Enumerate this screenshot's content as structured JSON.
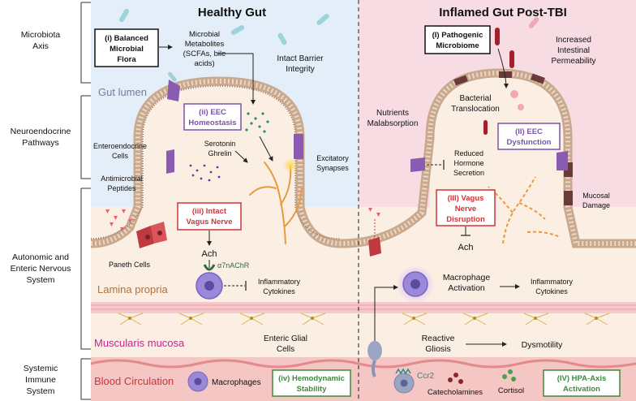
{
  "left_rows": {
    "microbiota": "Microbiota",
    "microbiota2": "Axis",
    "neuro": "Neuroendocrine",
    "neuro2": "Pathways",
    "autonomic": "Autonomic and",
    "autonomic2": "Enteric Nervous",
    "autonomic3": "System",
    "systemic": "Systemic",
    "systemic2": "Immune",
    "systemic3": "System"
  },
  "healthy": {
    "title": "Healthy Gut",
    "box_i_1": "(i) Balanced",
    "box_i_2": "Microbial",
    "box_i_3": "Flora",
    "metab1": "Microbial",
    "metab2": "Metabolites",
    "metab3": "(SCFAs, bile",
    "metab4": "acids)",
    "barrier1": "Intact Barrier",
    "barrier2": "Integrity",
    "lumen": "Gut lumen",
    "box_ii_1": "(ii) EEC",
    "box_ii_2": "Homeostasis",
    "eec1": "Enteroendocrine",
    "eec2": "Cells",
    "sero1": "Serotonin",
    "sero2": "Ghrelin",
    "excit1": "Excitatory",
    "excit2": "Synapses",
    "anti1": "Antimicrobial",
    "anti2": "Peptides",
    "box_iii_1": "(iii) Intact",
    "box_iii_2": "Vagus Nerve",
    "ach": "Ach",
    "receptor": "α7nAChR",
    "paneth": "Paneth Cells",
    "inflam1": "Inflammatory",
    "inflam2": "Cytokines",
    "lamina": "Lamina propria",
    "muscularis": "Muscularis mucosa",
    "glial1": "Enteric Glial",
    "glial2": "Cells",
    "blood": "Blood Circulation",
    "macro": "Macrophages",
    "box_iv_1": "(iv) Hemodynamic",
    "box_iv_2": "Stability"
  },
  "inflamed": {
    "title": "Inflamed Gut Post-TBI",
    "box_I_1": "(I) Pathogenic",
    "box_I_2": "Microbiome",
    "perm1": "Increased",
    "perm2": "Intestinal",
    "perm3": "Permeability",
    "nutr1": "Nutrients",
    "nutr2": "Malabsorption",
    "transl1": "Bacterial",
    "transl2": "Translocation",
    "box_II_1": "(II) EEC",
    "box_II_2": "Dysfunction",
    "red1": "Reduced",
    "red2": "Hormone",
    "red3": "Secretion",
    "box_III_1": "(III) Vagus",
    "box_III_2": "Nerve",
    "box_III_3": "Disruption",
    "mucosal1": "Mucosal",
    "mucosal2": "Damage",
    "ach": "Ach",
    "macact1": "Macrophage",
    "macact2": "Activation",
    "inflam1": "Inflammatory",
    "inflam2": "Cytokines",
    "gliosis1": "Reactive",
    "gliosis2": "Gliosis",
    "dysmot": "Dysmotility",
    "ccr2": "Ccr2",
    "catechol": "Catecholamines",
    "cortisol": "Cortisol",
    "box_IV_1": "(IV) HPA-Axis",
    "box_IV_2": "Activation"
  },
  "colors": {
    "healthy_bg": "#e4eef8",
    "inflamed_bg": "#f7dde3",
    "tissue": "#fbefe4",
    "muscle": "#f6c8cc",
    "blood": "#f4c6c4",
    "purple": "#7b52ab",
    "red": "#d0343a",
    "green": "#3d8a3d"
  }
}
